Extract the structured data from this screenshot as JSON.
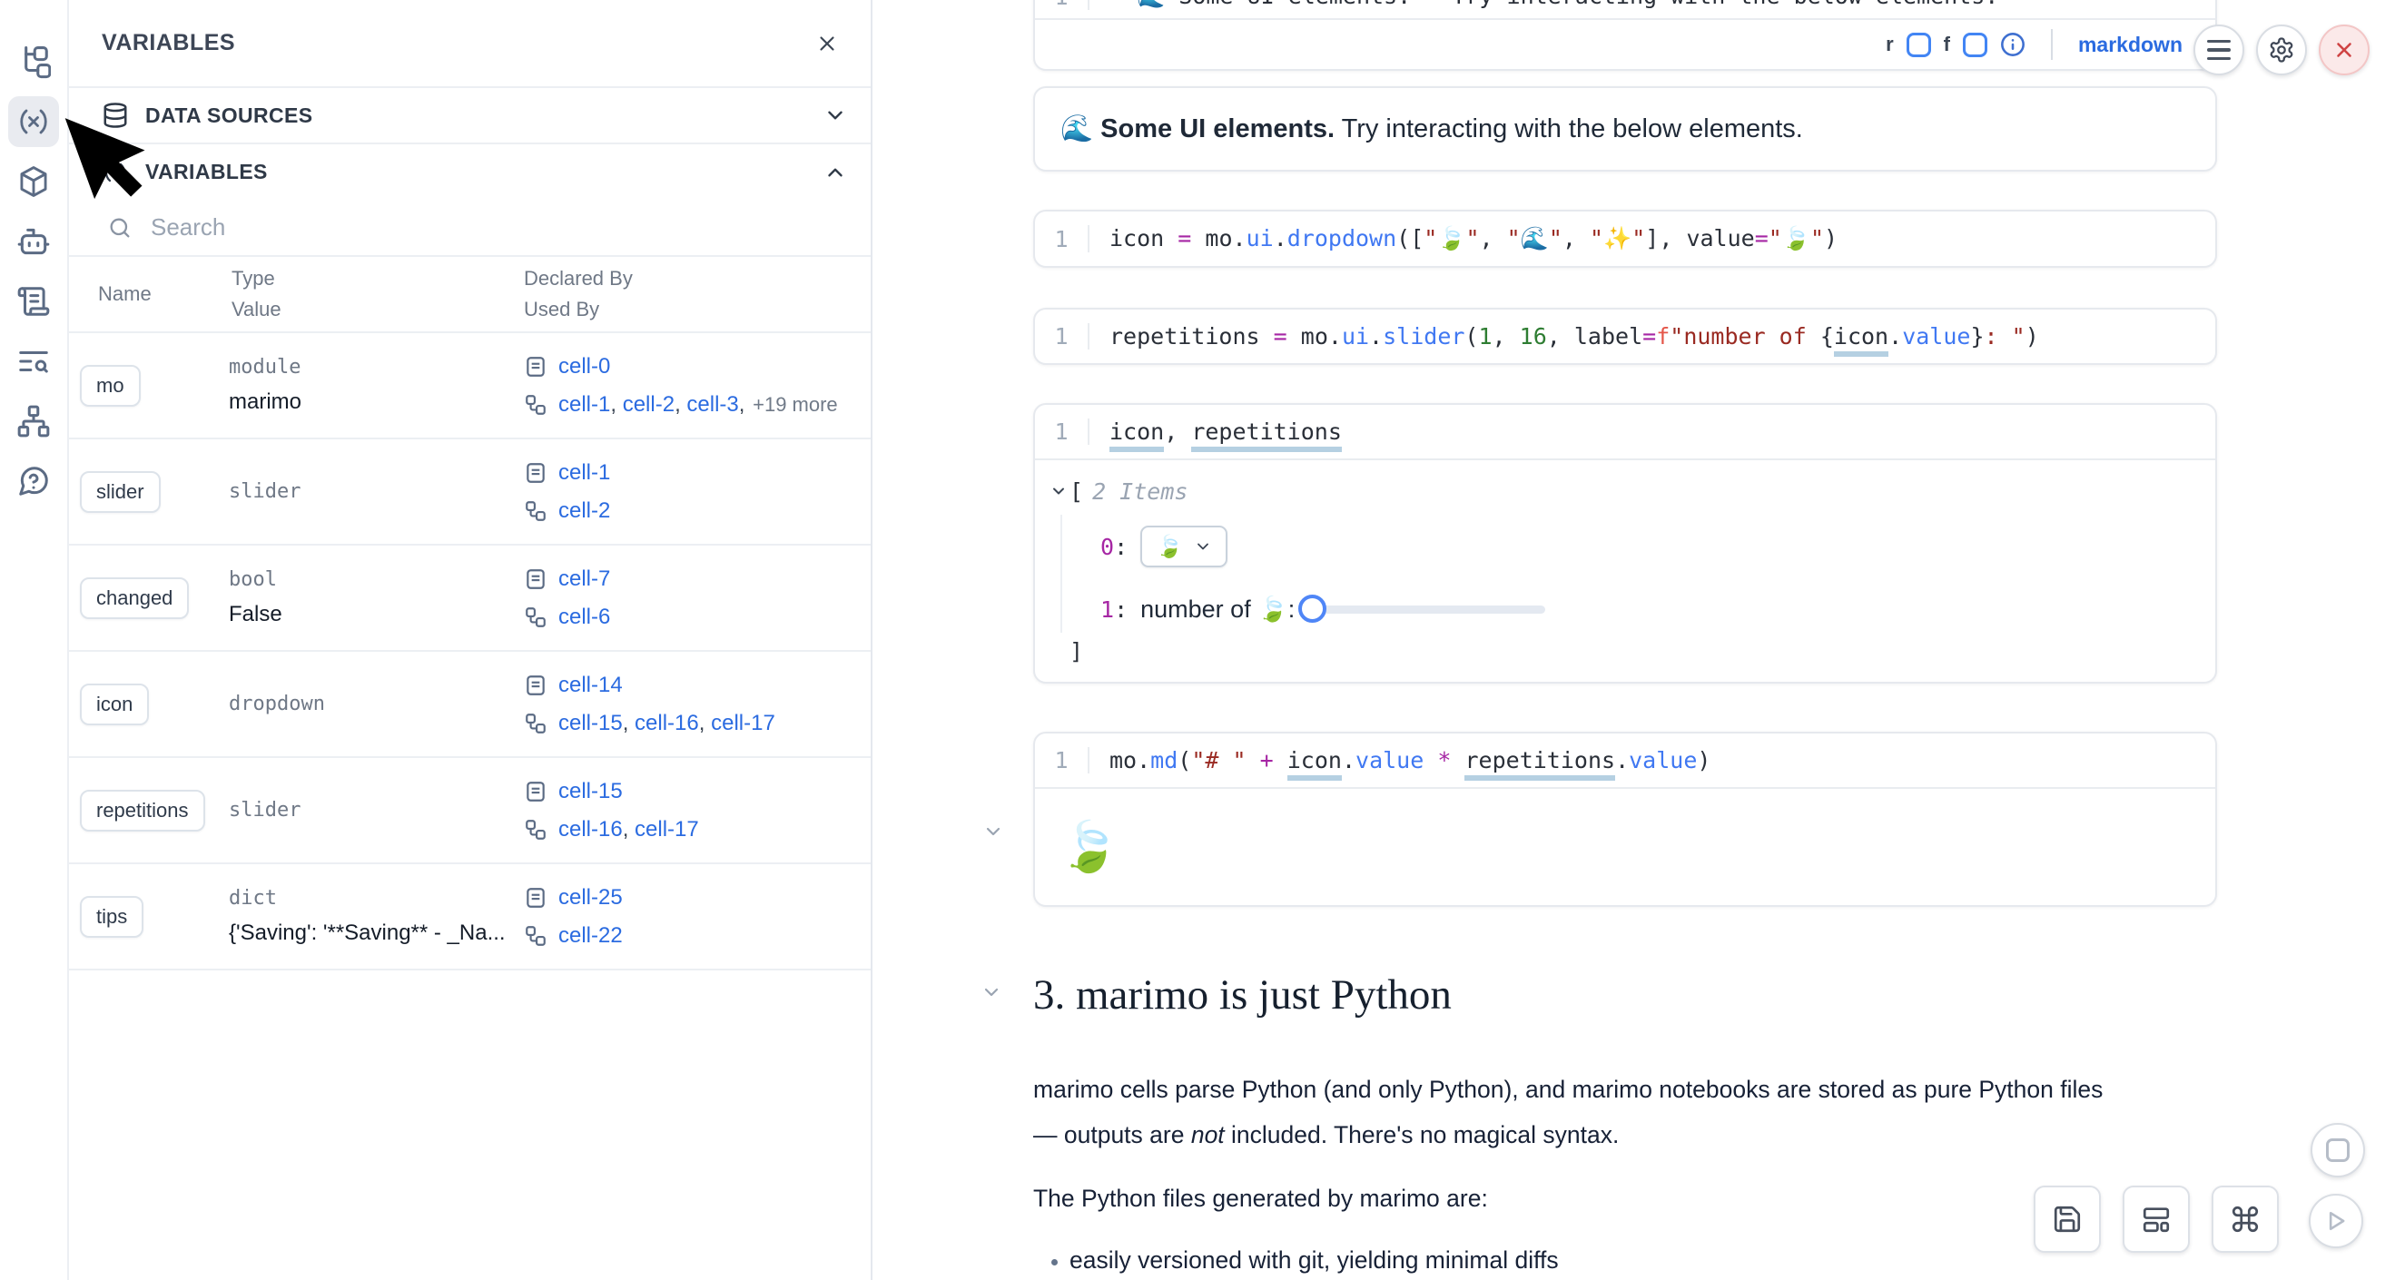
{
  "colors": {
    "accent_blue": "#2b6be0",
    "link_blue": "#2b6be0",
    "close_red": "#cf4444",
    "string_red": "#9a2a22",
    "operator_magenta": "#a626a4",
    "function_blue": "#4078f2",
    "number_green": "#2e7d32"
  },
  "rail_icons": [
    "file-tree",
    "variables",
    "packages",
    "ai-assistant",
    "logs",
    "snippets-search",
    "dependency-graph",
    "help"
  ],
  "panel": {
    "title": "VARIABLES",
    "data_sources": {
      "label": "DATA SOURCES"
    },
    "variables_section": {
      "label": "VARIABLES"
    },
    "search": {
      "placeholder": "Search"
    },
    "table": {
      "headers": {
        "name": "Name",
        "type": "Type",
        "value": "Value",
        "declared_by": "Declared By",
        "used_by": "Used By"
      },
      "rows": [
        {
          "name": "mo",
          "type": "module",
          "value": "marimo",
          "declared_by": [
            "cell-0"
          ],
          "used_by": [
            "cell-1",
            "cell-2",
            "cell-3"
          ],
          "used_by_more": "+19 more"
        },
        {
          "name": "slider",
          "type": "slider",
          "value": "",
          "declared_by": [
            "cell-1"
          ],
          "used_by": [
            "cell-2"
          ]
        },
        {
          "name": "changed",
          "type": "bool",
          "value": "False",
          "declared_by": [
            "cell-7"
          ],
          "used_by": [
            "cell-6"
          ]
        },
        {
          "name": "icon",
          "type": "dropdown",
          "value": "",
          "declared_by": [
            "cell-14"
          ],
          "used_by": [
            "cell-15",
            "cell-16",
            "cell-17"
          ]
        },
        {
          "name": "repetitions",
          "type": "slider",
          "value": "",
          "declared_by": [
            "cell-15"
          ],
          "used_by": [
            "cell-16",
            "cell-17"
          ]
        },
        {
          "name": "tips",
          "type": "dict",
          "value": "{'Saving': '**Saving** - _Na...",
          "declared_by": [
            "cell-25"
          ],
          "used_by": [
            "cell-22"
          ]
        }
      ]
    }
  },
  "notebook": {
    "top_cell": {
      "line_no": "1",
      "source": "**🌊 Some UI elements.** Try interacting with the below elements.",
      "footer": {
        "r": "r",
        "f": "f",
        "language": "markdown"
      }
    },
    "md_output": {
      "emoji": "🌊 ",
      "bold": "Some UI elements.",
      "rest": " Try interacting with the below elements."
    },
    "code_cells": [
      {
        "line_no": "1",
        "tokens": [
          [
            "icon",
            "p"
          ],
          [
            " ",
            "p"
          ],
          [
            "=",
            "op"
          ],
          [
            " ",
            "p"
          ],
          [
            "mo",
            "p"
          ],
          [
            ".",
            "p"
          ],
          [
            "ui",
            "fn"
          ],
          [
            ".",
            "p"
          ],
          [
            "dropdown",
            "fn"
          ],
          [
            "([",
            "p"
          ],
          [
            "\"",
            "st"
          ],
          [
            "🍃",
            "em"
          ],
          [
            "\"",
            "st"
          ],
          [
            ", ",
            "p"
          ],
          [
            "\"",
            "st"
          ],
          [
            "🌊",
            "em"
          ],
          [
            "\"",
            "st"
          ],
          [
            ", ",
            "p"
          ],
          [
            "\"",
            "st"
          ],
          [
            "✨",
            "em"
          ],
          [
            "\"",
            "st"
          ],
          [
            "], ",
            "p"
          ],
          [
            "value",
            "p"
          ],
          [
            "=",
            "op"
          ],
          [
            "\"",
            "st"
          ],
          [
            "🍃",
            "em"
          ],
          [
            "\"",
            "st"
          ],
          [
            ")",
            "p"
          ]
        ]
      },
      {
        "line_no": "1",
        "tokens": [
          [
            "repetitions",
            "p"
          ],
          [
            " ",
            "p"
          ],
          [
            "=",
            "op"
          ],
          [
            " ",
            "p"
          ],
          [
            "mo",
            "p"
          ],
          [
            ".",
            "p"
          ],
          [
            "ui",
            "fn"
          ],
          [
            ".",
            "p"
          ],
          [
            "slider",
            "fn"
          ],
          [
            "(",
            "p"
          ],
          [
            "1",
            "nu"
          ],
          [
            ", ",
            "p"
          ],
          [
            "16",
            "nu"
          ],
          [
            ", ",
            "p"
          ],
          [
            "label",
            "p"
          ],
          [
            "=",
            "op"
          ],
          [
            "f",
            "kf"
          ],
          [
            "\"",
            "st"
          ],
          [
            "number of ",
            "st"
          ],
          [
            "{",
            "p"
          ],
          [
            "icon",
            "pu"
          ],
          [
            ".",
            "p"
          ],
          [
            "value",
            "fn"
          ],
          [
            "}",
            "p"
          ],
          [
            ": ",
            "st"
          ],
          [
            "\"",
            "st"
          ],
          [
            ")",
            "p"
          ]
        ]
      },
      {
        "line_no": "1",
        "tokens": [
          [
            "icon",
            "pu"
          ],
          [
            ", ",
            "p"
          ],
          [
            "repetitions",
            "pu"
          ]
        ]
      },
      {
        "line_no": "1",
        "tokens": [
          [
            "mo",
            "p"
          ],
          [
            ".",
            "p"
          ],
          [
            "md",
            "fn"
          ],
          [
            "(",
            "p"
          ],
          [
            "\"# \"",
            "st"
          ],
          [
            " ",
            "p"
          ],
          [
            "+",
            "op"
          ],
          [
            " ",
            "p"
          ],
          [
            "icon",
            "pu"
          ],
          [
            ".",
            "p"
          ],
          [
            "value",
            "fn"
          ],
          [
            " ",
            "p"
          ],
          [
            "*",
            "op"
          ],
          [
            " ",
            "p"
          ],
          [
            "repetitions",
            "pu"
          ],
          [
            ".",
            "p"
          ],
          [
            "value",
            "fn"
          ],
          [
            ")",
            "p"
          ]
        ]
      }
    ],
    "tree_output": {
      "open": "[",
      "items": "2 Items",
      "idx0": "0",
      "idx1": "1",
      "colon": ":",
      "dropdown_value": "🍃",
      "slider_label": "number of 🍃: ",
      "close": "]"
    },
    "leaf_output": "🍃",
    "section": {
      "heading": "3. marimo is just Python",
      "p1_line1": "marimo cells parse Python (and only Python), and marimo notebooks are stored as pure Python files",
      "p1_line2_pre": "— outputs are ",
      "p1_line2_em": "not",
      "p1_line2_post": " included. There's no magical syntax.",
      "p2": "The Python files generated by marimo are:",
      "bullet1": "easily versioned with git, yielding minimal diffs"
    }
  }
}
